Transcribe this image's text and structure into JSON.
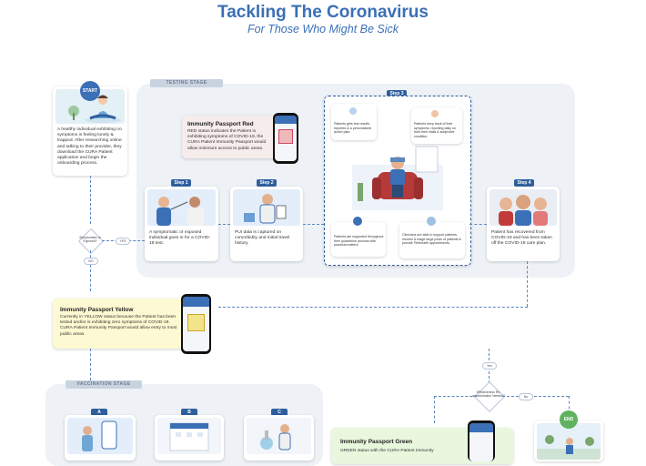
{
  "header": {
    "title": "Tackling The Coronavirus",
    "subtitle": "For Those Who Might Be Sick"
  },
  "start": {
    "badge": "START",
    "text": "A healthy individual exhibiting no symptoms is feeling lonely & trapped. After researching online and talking to their provider, they download the CURA Patient application and begin the onboarding process."
  },
  "testing_stage": {
    "label": "TESTING STAGE",
    "passport_red": {
      "title": "Immunity Passport Red",
      "text": "RED status indicates the Patient is exhibiting symptoms of COVID-19, the CURA Patient Immunity Passport would allow minimum access to public areas."
    },
    "step1": {
      "tag": "Step 1",
      "text": "A symptomatic or exposed individual goes in for a COVID-19 test."
    },
    "step2": {
      "tag": "Step 2",
      "text": "PUI data is captured on comorbidity and initial travel history."
    },
    "step3": {
      "tag": "Step 3",
      "note_results": "Patients gets test results reported & a personalized action plan.",
      "note_track": "Patients keep track of their symptoms, reporting daily on both their vitals & subjective condition.",
      "note_supported": "Patients are supported throughout their quarantine process with practical matters.",
      "note_clinicians": "Clinicians are able to support patients, monitor & triage large pools of patients & provide Telehealth appointments."
    },
    "step4": {
      "tag": "Step 4",
      "text": "Patient has recovered from COVID-19 and has been taken off the COVID-19 care plan."
    }
  },
  "decision_symptoms": {
    "question": "Symptomatic or Exposed?",
    "yes": "YES",
    "no": "NO"
  },
  "passport_yellow": {
    "title": "Immunity Passport Yellow",
    "text": "Currently in YELLOW status because the Patient has been tested and/or is exhibiting zero symptoms of COVID-19. CURA Patient Immunity Passport would allow entry to most public areas."
  },
  "vaccination_stage": {
    "label": "VACCINATION STAGE",
    "cards": [
      "A",
      "B",
      "C"
    ]
  },
  "decision_vaccine": {
    "question": "Effectiveness Re-administration Needed?",
    "yes": "Yes",
    "no": "No"
  },
  "passport_green": {
    "title": "Immunity Passport Green",
    "text": "GREEN status with the CURA Patient Immunity"
  },
  "end": {
    "badge": "END"
  },
  "colors": {
    "accent": "#3b6fb6",
    "step_tag": "#2f5f9e",
    "passport_red_bg": "#f6ecec",
    "passport_yellow_bg": "#fdf9d2",
    "passport_green_bg": "#e9f7dd"
  }
}
